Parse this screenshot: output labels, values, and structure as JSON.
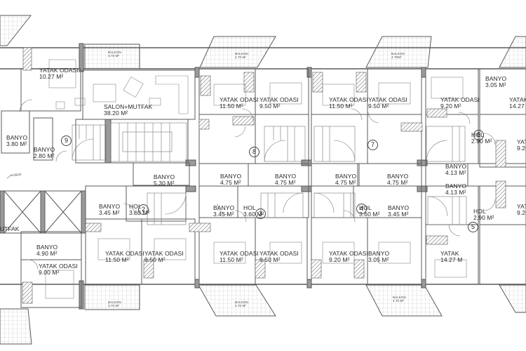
{
  "drawing": {
    "type": "architectural floor plan",
    "area_unit_label": "M²",
    "level_mark": "+0.00",
    "colors": {
      "line": "#555555",
      "wall_fill": "#9a9a9a",
      "background": "#ffffff",
      "hatch": "#bdbdbd"
    }
  },
  "rooms": [
    {
      "id": "r1",
      "name": "YATAK ODASI",
      "area": "10.27 M²"
    },
    {
      "id": "r2",
      "name": "SALON+MUTFAK",
      "area": "38.20 M²"
    },
    {
      "id": "r3",
      "name": "BANYO",
      "area": "3.80 M²"
    },
    {
      "id": "r4",
      "name": "BANYO",
      "area": "2.80 M²"
    },
    {
      "id": "r5",
      "name": "BANYO",
      "area": "5.30 M²"
    },
    {
      "id": "r6",
      "name": "YATAK ODASI",
      "area": "11.50 M²"
    },
    {
      "id": "r7",
      "name": "YATAK ODASI",
      "area": "9.50 M²"
    },
    {
      "id": "r8",
      "name": "YATAK ODASI",
      "area": "11.50 M²"
    },
    {
      "id": "r9",
      "name": "YATAK ODASI",
      "area": "9.50 M²"
    },
    {
      "id": "r10",
      "name": "YATAK ODASI",
      "area": "9.20 M²"
    },
    {
      "id": "r11",
      "name": "BANYO",
      "area": "3.05 M²"
    },
    {
      "id": "r12",
      "name": "YATAK",
      "area": "14.27 M"
    },
    {
      "id": "r13",
      "name": "HOL",
      "area": "2.90 M²"
    },
    {
      "id": "r14",
      "name": "YAT",
      "area": "9.20"
    },
    {
      "id": "r15",
      "name": "BANYO",
      "area": "4.75 M²"
    },
    {
      "id": "r16",
      "name": "BANYO",
      "area": "4.75 M²"
    },
    {
      "id": "r17",
      "name": "BANYO",
      "area": "4.75 M²"
    },
    {
      "id": "r18",
      "name": "BANYO",
      "area": "4.75 M²"
    },
    {
      "id": "r19",
      "name": "BANYO",
      "area": "4.13 M²"
    },
    {
      "id": "r20",
      "name": "BANYO",
      "area": "4.13 M²"
    },
    {
      "id": "r21",
      "name": "BANYO",
      "area": "3.45 M²"
    },
    {
      "id": "r22",
      "name": "HOL",
      "area": "3.60 M²"
    },
    {
      "id": "r23",
      "name": "BANYO",
      "area": "3.45 M²"
    },
    {
      "id": "r24",
      "name": "HOL",
      "area": "3.60 M²"
    },
    {
      "id": "r25",
      "name": "HOL",
      "area": "3.60 M²"
    },
    {
      "id": "r26",
      "name": "BANYO",
      "area": "3.45 M²"
    },
    {
      "id": "r27",
      "name": "HOL",
      "area": "2.90 M²"
    },
    {
      "id": "r28",
      "name": "YAT",
      "area": "9.20"
    },
    {
      "id": "r29",
      "name": "BANYO",
      "area": "4.90 M²"
    },
    {
      "id": "r30",
      "name": "YATAK ODASI",
      "area": "9.00 M²"
    },
    {
      "id": "r31",
      "name": "YATAK ODASI",
      "area": "11.50 M²"
    },
    {
      "id": "r32",
      "name": "YATAK ODASI",
      "area": "9.50 M²"
    },
    {
      "id": "r33",
      "name": "YATAK ODASI",
      "area": "11.50 M²"
    },
    {
      "id": "r34",
      "name": "YATAK ODASI",
      "area": "9.50 M²"
    },
    {
      "id": "r35",
      "name": "YATAK ODASI",
      "area": "9.20 M²"
    },
    {
      "id": "r36",
      "name": "BANYO",
      "area": "3.05 M²"
    },
    {
      "id": "r37",
      "name": "YATAK",
      "area": "14.27 M"
    }
  ],
  "balconies": [
    {
      "id": "b1",
      "name": "BALKON",
      "area": "3.70 M²"
    },
    {
      "id": "b2",
      "name": "BALKON",
      "area": "4.70 M²"
    },
    {
      "id": "b3",
      "name": "BALKON",
      "area": "4.70M²"
    },
    {
      "id": "b4",
      "name": "BALKON",
      "area": "3.70 M²"
    },
    {
      "id": "b5",
      "name": "BALKON",
      "area": "4.70 M²"
    },
    {
      "id": "b6",
      "name": "BALKON",
      "area": "4.70 M²"
    }
  ],
  "unit_numbers": [
    "9",
    "8",
    "7",
    "6",
    "2",
    "3",
    "4",
    "5"
  ],
  "edge_labels": {
    "left_kitchen": "UTFAK"
  }
}
